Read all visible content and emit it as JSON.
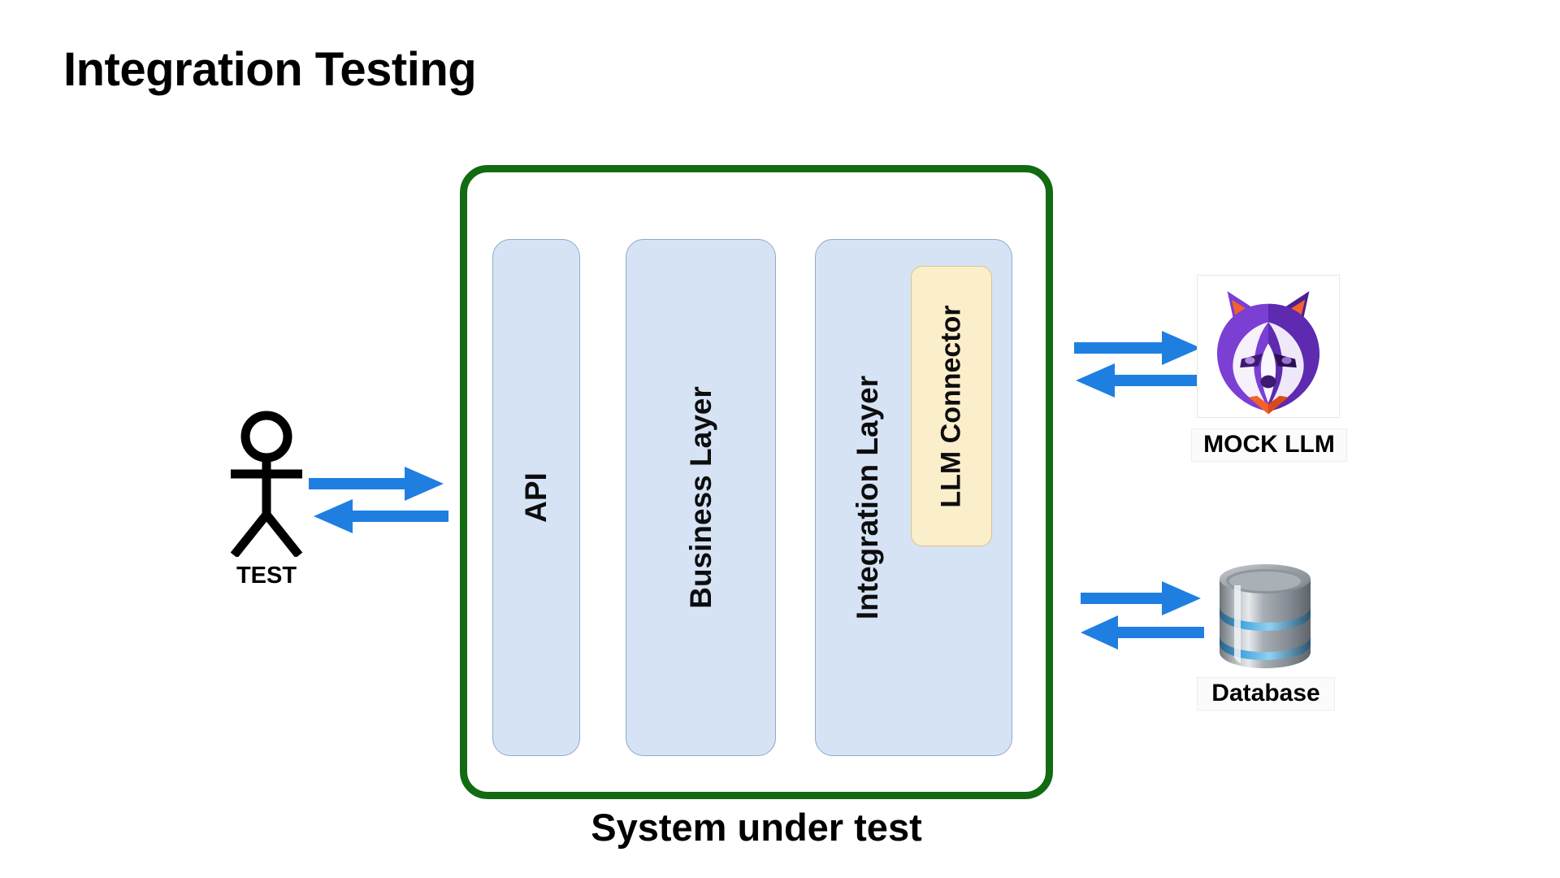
{
  "page": {
    "title": "Integration Testing",
    "background_color": "#ffffff"
  },
  "system_under_test": {
    "caption": "System under test",
    "border_color": "#126b12",
    "layers": [
      {
        "id": "api",
        "label": "API",
        "fill": "#d6e3f5",
        "stroke": "#93a9c6"
      },
      {
        "id": "business",
        "label": "Business Layer",
        "fill": "#d6e3f5",
        "stroke": "#93a9c6"
      },
      {
        "id": "integration",
        "label": "Integration Layer",
        "fill": "#d6e3f5",
        "stroke": "#93a9c6"
      }
    ],
    "nested_component": {
      "id": "llm-connector",
      "label": "LLM Connector",
      "parent_layer": "integration",
      "fill": "#fbeecb",
      "stroke": "#d8c48a"
    }
  },
  "actors": [
    {
      "id": "test",
      "label": "TEST",
      "icon": "stick-figure-icon",
      "position": "left"
    }
  ],
  "external_nodes": [
    {
      "id": "mock-llm",
      "label": "MOCK LLM",
      "icon": "fox-mascot-logo-icon",
      "icon_colors": {
        "primary": "#7b3fd4",
        "dark": "#3d1a6e",
        "accent": "#f4622a",
        "light": "#f4eefb"
      },
      "position": "right-top"
    },
    {
      "id": "database",
      "label": "Database",
      "icon": "database-cylinder-icon",
      "icon_colors": {
        "body": "#9ba2a8",
        "dark": "#5e656b",
        "highlight": "#2f8fd0"
      },
      "position": "right-bottom"
    }
  ],
  "connections": [
    {
      "id": "test-to-sut",
      "from": "test",
      "to": "system-under-test",
      "style": "bidirectional",
      "color": "#1f7fe0"
    },
    {
      "id": "sut-to-mock-llm",
      "from": "llm-connector",
      "to": "mock-llm",
      "style": "bidirectional",
      "color": "#1f7fe0"
    },
    {
      "id": "sut-to-database",
      "from": "integration",
      "to": "database",
      "style": "bidirectional",
      "color": "#1f7fe0"
    }
  ],
  "colors": {
    "arrow": "#1f7fe0",
    "container_border": "#126b12",
    "layer_fill": "#d6e3f5",
    "connector_fill": "#fbeecb",
    "text": "#000000"
  }
}
